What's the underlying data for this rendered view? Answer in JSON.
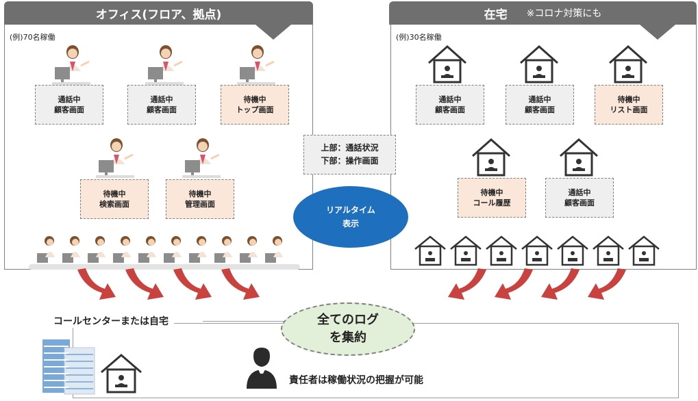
{
  "office": {
    "title": "オフィス(フロア、拠点)",
    "example": "(例)70名稼働",
    "screens": [
      {
        "line1": "通話中",
        "line2": "顧客画面",
        "style": "gray"
      },
      {
        "line1": "通話中",
        "line2": "顧客画面",
        "style": "gray"
      },
      {
        "line1": "待機中",
        "line2": "トップ画面",
        "style": "peach"
      },
      {
        "line1": "待機中",
        "line2": "検索画面",
        "style": "peach"
      },
      {
        "line1": "待機中",
        "line2": "管理画面",
        "style": "peach"
      }
    ]
  },
  "home": {
    "title": "在宅",
    "note": "※コロナ対策にも",
    "example": "(例)30名稼働",
    "screens": [
      {
        "line1": "通話中",
        "line2": "顧客画面",
        "style": "gray"
      },
      {
        "line1": "通話中",
        "line2": "顧客画面",
        "style": "gray"
      },
      {
        "line1": "待機中",
        "line2": "リスト画面",
        "style": "peach"
      },
      {
        "line1": "待機中",
        "line2": "コール履歴",
        "style": "peach"
      },
      {
        "line1": "通話中",
        "line2": "顧客画面",
        "style": "gray"
      }
    ]
  },
  "center": {
    "line1": "上部：通話状況",
    "line2": "下部：操作画面",
    "realtime_line1": "リアルタイム",
    "realtime_line2": "表示"
  },
  "bottom": {
    "title": "コールセンターまたは自宅",
    "collect_line1": "全てのログ",
    "collect_line2": "を集約",
    "manager": "責任者は稼働状況の把握が可能"
  },
  "colors": {
    "header": "#6f6f6f",
    "gray_screen": "#efefef",
    "peach_screen": "#fbe7da",
    "realtime": "#1f6fbf",
    "collect": "#e2efd9",
    "arrow": "#c9423f"
  }
}
